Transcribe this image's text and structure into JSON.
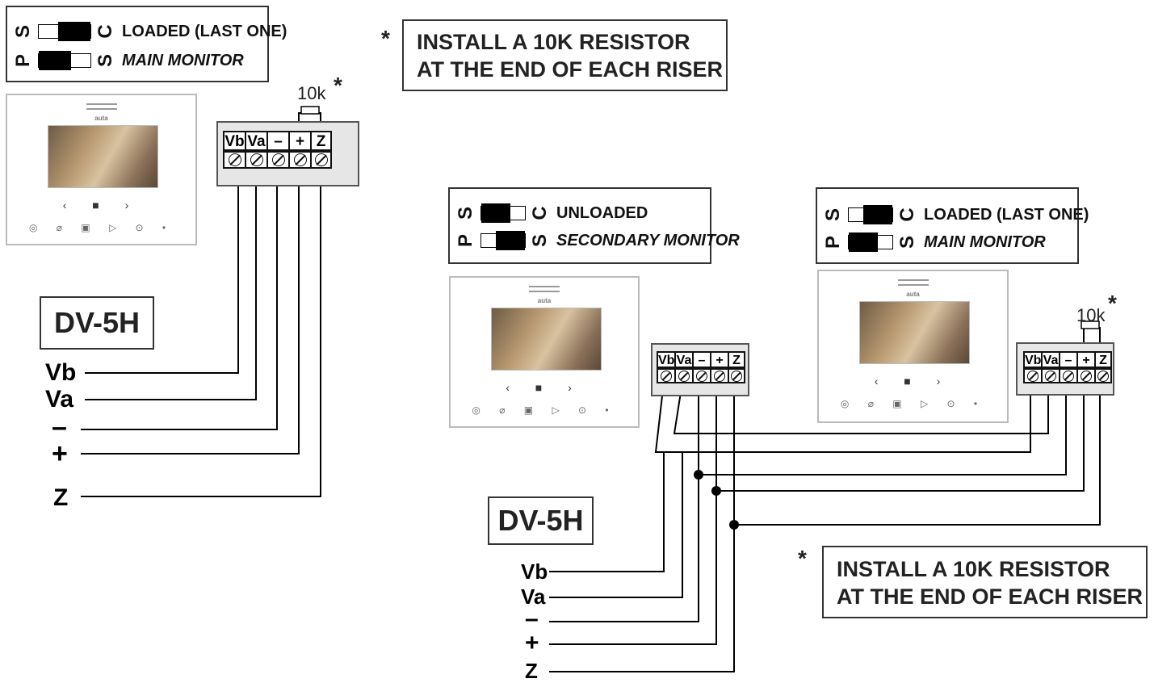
{
  "left_block": {
    "switch_box": {
      "row1": {
        "cap_left": "S",
        "cap_right": "C",
        "label": "LOADED (LAST ONE)"
      },
      "row2": {
        "cap_left": "P",
        "cap_right": "S",
        "label": "MAIN MONITOR"
      }
    },
    "resistor_label": "10k",
    "resistor_star": "*",
    "terminal_labels": [
      "Vb",
      "Va",
      "–",
      "+",
      "Z"
    ],
    "device_label": "DV-5H",
    "wire_labels": [
      "Vb",
      "Va",
      "–",
      "+",
      "Z"
    ]
  },
  "top_note": {
    "star": "*",
    "line1": "INSTALL  A  10K  RESISTOR",
    "line2": "AT THE END OF EACH RISER"
  },
  "secondary_block": {
    "switch_box": {
      "row1": {
        "cap_left": "S",
        "cap_right": "C",
        "label": "UNLOADED"
      },
      "row2": {
        "cap_left": "P",
        "cap_right": "S",
        "label": "SECONDARY MONITOR"
      }
    },
    "terminal_labels": [
      "Vb",
      "Va",
      "–",
      "+",
      "Z"
    ]
  },
  "main_block": {
    "switch_box": {
      "row1": {
        "cap_left": "S",
        "cap_right": "C",
        "label": "LOADED (LAST ONE)"
      },
      "row2": {
        "cap_left": "P",
        "cap_right": "S",
        "label": "MAIN MONITOR"
      }
    },
    "resistor_label": "10k",
    "resistor_star": "*",
    "terminal_labels": [
      "Vb",
      "Va",
      "–",
      "+",
      "Z"
    ]
  },
  "bottom_block": {
    "device_label": "DV-5H",
    "wire_labels": [
      "Vb",
      "Va",
      "–",
      "+",
      "Z"
    ]
  },
  "bottom_note": {
    "star": "*",
    "line1": "INSTALL  A  10K  RESISTOR",
    "line2": "AT THE END OF EACH RISER"
  },
  "monitor": {
    "brand": "auta",
    "nav": "‹ ■ ›",
    "buttons": "◎ ⌀ ▣ ▷ ⊙ •"
  }
}
